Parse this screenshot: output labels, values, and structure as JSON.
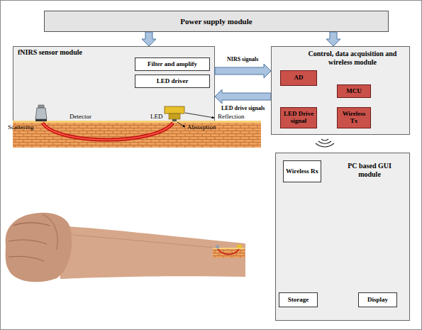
{
  "diagram": {
    "nodes": [
      {
        "text": [
          "Power supply module"
        ]
      },
      {
        "text": [
          "fNIRS sensor module"
        ]
      },
      {
        "text": [
          "Filter and amplify"
        ],
        "in": 1
      },
      {
        "text": [
          "LED driver"
        ],
        "in": 1
      },
      {
        "text": [
          "Control, data acquisition and wireless module"
        ]
      },
      {
        "text": [
          "AD"
        ],
        "in": 4
      },
      {
        "text": [
          "MCU"
        ],
        "in": 4
      },
      {
        "text": [
          "LED Drive signal"
        ],
        "in": 4
      },
      {
        "text": [
          "Wireless Tx"
        ],
        "in": 4
      },
      {
        "text": [
          "PC based GUI module"
        ]
      },
      {
        "text": [
          "Wireless Rx"
        ],
        "in": 9
      },
      {
        "text": [
          "Storage"
        ],
        "in": 9
      },
      {
        "text": [
          "Display"
        ],
        "in": 9
      }
    ],
    "edges": [
      {
        "from": 0,
        "to": 1,
        "arrow": "to"
      },
      {
        "from": 0,
        "to": 4,
        "arrow": "to"
      },
      {
        "from": 1,
        "to": 4,
        "label": "NIRS signals",
        "arrow": "to"
      },
      {
        "from": 4,
        "to": 1,
        "label": "LED drive signals",
        "arrow": "to"
      },
      {
        "from": 5,
        "to": 6,
        "arrow": "to"
      },
      {
        "from": 6,
        "to": 7,
        "arrow": "to"
      },
      {
        "from": 6,
        "to": 8,
        "arrow": "to"
      }
    ],
    "labels": [
      "Detector",
      "LED",
      "Scattering",
      "Reflection",
      "Absorption"
    ]
  }
}
